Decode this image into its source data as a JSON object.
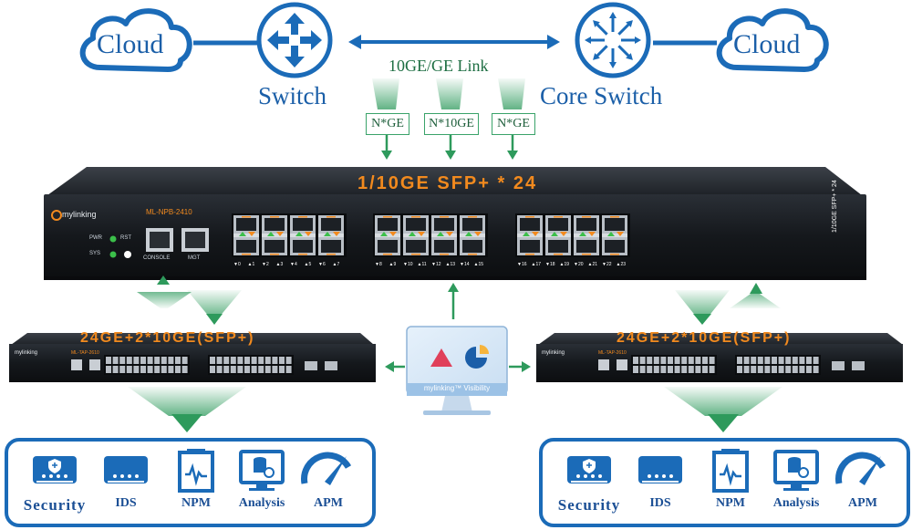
{
  "top": {
    "cloud_left_label": "Cloud",
    "cloud_right_label": "Cloud",
    "switch_label": "Switch",
    "core_switch_label": "Core Switch",
    "link_label": "10GE/GE Link",
    "taps": [
      "N*GE",
      "N*10GE",
      "N*GE"
    ]
  },
  "main_device": {
    "banner": "1/10GE SFP+ * 24",
    "brand": "mylinking",
    "model": "ML-NPB-2410",
    "side_label": "1/10GE SFP+ * 24",
    "pwr_label": "PWR",
    "rst_label": "RST",
    "sys_label": "SYS",
    "console_label": "CONSOLE",
    "mgt_label": "MGT",
    "port_numbers": [
      "▼0",
      "▲1",
      "▼2",
      "▲3",
      "▼4",
      "▲5",
      "▼6",
      "▲7",
      "▼8",
      "▲9",
      "▼10",
      "▲11",
      "▼12",
      "▲13",
      "▼14",
      "▲15",
      "▼16",
      "▲17",
      "▼18",
      "▲19",
      "▼20",
      "▲21",
      "▼22",
      "▲23"
    ]
  },
  "left_device": {
    "banner": "24GE+2*10GE(SFP+)",
    "brand": "mylinking",
    "model": "ML-TAP-2610"
  },
  "right_device": {
    "banner": "24GE+2*10GE(SFP+)",
    "brand": "mylinking",
    "model": "ML-TAP-2610"
  },
  "monitor": {
    "caption": "mylinking™ Visibility"
  },
  "left_tools": {
    "items": [
      {
        "label": "Security",
        "icon": "security-appliance-icon"
      },
      {
        "label": "IDS",
        "icon": "ids-appliance-icon"
      },
      {
        "label": "NPM",
        "icon": "npm-port-icon"
      },
      {
        "label": "Analysis",
        "icon": "analysis-monitor-icon"
      },
      {
        "label": "APM",
        "icon": "apm-gauge-icon"
      }
    ]
  },
  "right_tools": {
    "items": [
      {
        "label": "Security",
        "icon": "security-appliance-icon"
      },
      {
        "label": "IDS",
        "icon": "ids-appliance-icon"
      },
      {
        "label": "NPM",
        "icon": "npm-port-icon"
      },
      {
        "label": "Analysis",
        "icon": "analysis-monitor-icon"
      },
      {
        "label": "APM",
        "icon": "apm-gauge-icon"
      }
    ]
  },
  "colors": {
    "brand_blue": "#1b6bb8",
    "dark_blue": "#1b4f95",
    "tap_green": "#2f9a5e",
    "banner_orange": "#f28a1e",
    "chassis": "#16191d"
  }
}
